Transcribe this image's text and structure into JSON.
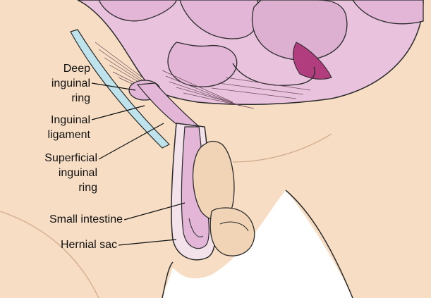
{
  "labels": {
    "deep_ring": [
      "Deep",
      "inguinal",
      "ring"
    ],
    "inguinal_ligament": [
      "Inguinal",
      "ligament"
    ],
    "superficial_ring": [
      "Superficial",
      "inguinal",
      "ring"
    ],
    "small_intestine": [
      "Small intestine"
    ],
    "hernial_sac": [
      "Hernial sac"
    ]
  },
  "colors": {
    "skin": "#f6ddc4",
    "skin_shadow": "#e9c6a6",
    "intestine": "#e3b6d8",
    "intestine_dark": "#c98ab9",
    "mesentery": "#b23d7e",
    "ligament": "#bfe3ec",
    "outline": "#2a2a2a"
  }
}
